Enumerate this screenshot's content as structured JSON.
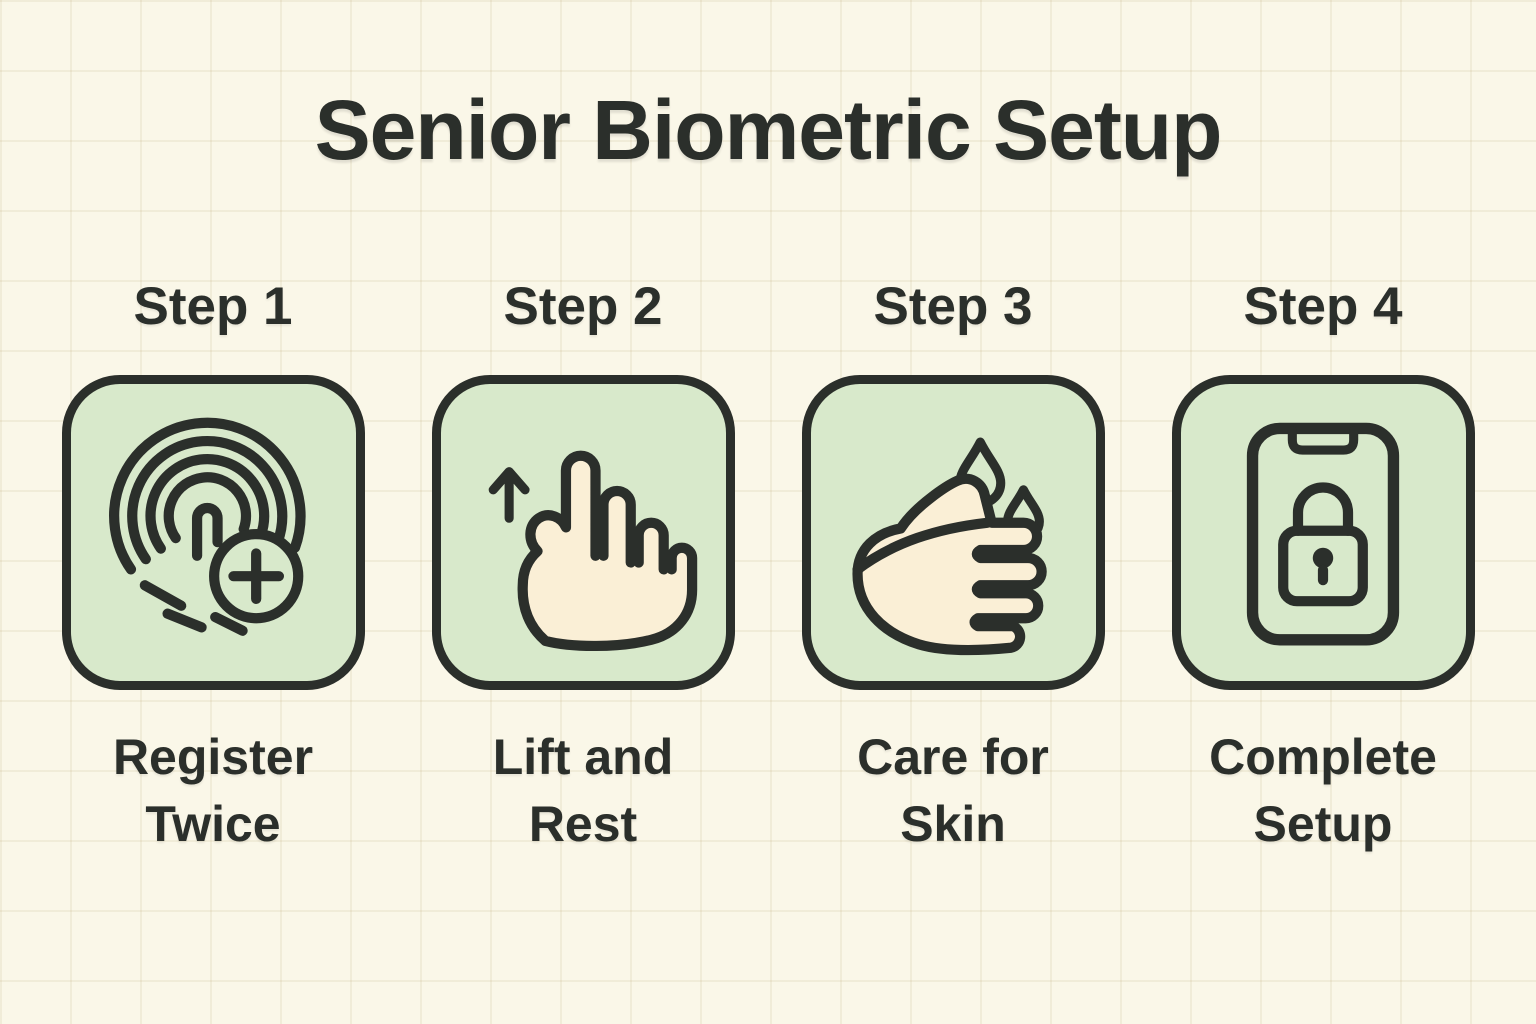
{
  "infographic": {
    "title": "Senior Biometric Setup",
    "steps": [
      {
        "label": "Step 1",
        "caption_lines": [
          "Register",
          "Twice"
        ],
        "icon": "fingerprint-add-icon"
      },
      {
        "label": "Step 2",
        "caption_lines": [
          "Lift and",
          "Rest"
        ],
        "icon": "hand-swipe-up-icon"
      },
      {
        "label": "Step 3",
        "caption_lines": [
          "Care for",
          "Skin"
        ],
        "icon": "hand-washing-drops-icon"
      },
      {
        "label": "Step 4",
        "caption_lines": [
          "Complete",
          "Setup"
        ],
        "icon": "phone-lock-icon"
      }
    ],
    "colors": {
      "background": "#FAF7E8",
      "grid_line": "#EFE8D2",
      "ink": "#2B2F2B",
      "card_fill": "#D8E9CB",
      "card_border": "#2B2F2B",
      "hand_fill": "#FAEFD6"
    }
  }
}
